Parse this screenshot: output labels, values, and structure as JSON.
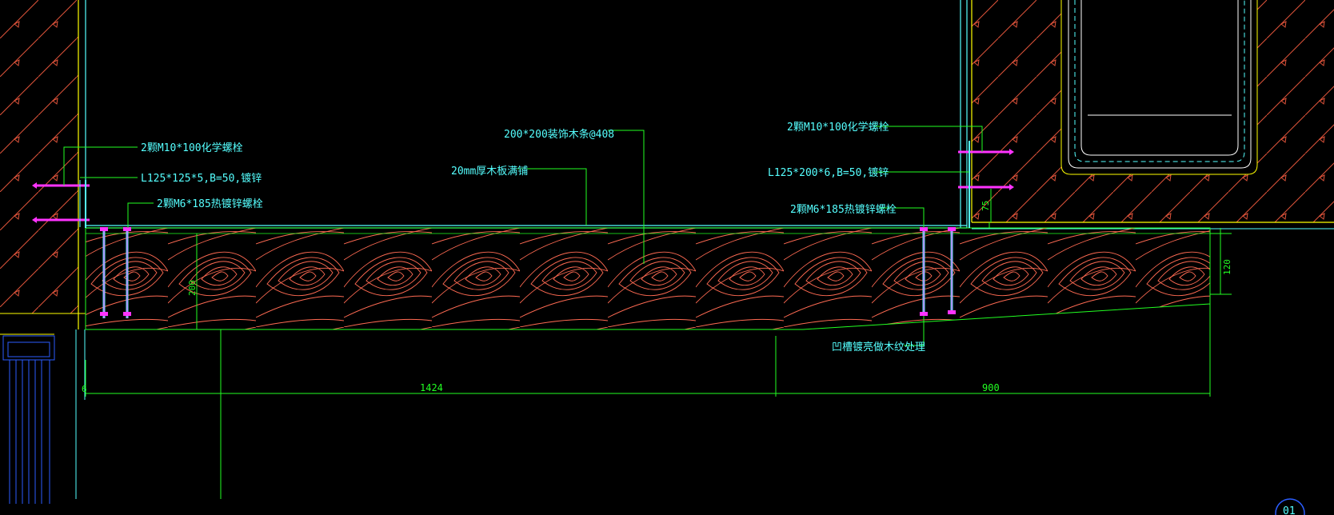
{
  "annotations": {
    "left_chem_bolt": "2颗M10*100化学螺栓",
    "left_angle": "L125*125*5,B=50,镀锌",
    "left_m6_bolt": "2颗M6*185热镀锌螺栓",
    "decor_strip": "200*200装饰木条@408",
    "wood_veneer": "20mm厚木板满铺",
    "right_chem_bolt": "2颗M10*100化学螺栓",
    "right_angle": "L125*200*6,B=50,镀锌",
    "right_m6_bolt": "2颗M6*185热镀锌螺栓",
    "groove_note": "凹槽镀亮做木纹处理"
  },
  "dimensions": {
    "span_left": "1424",
    "span_right": "900",
    "depth_200": "200",
    "depth_120": "120",
    "small_75": "75",
    "small_6": "6"
  },
  "sheet": {
    "detail_no": "01"
  },
  "colors": {
    "background": "#000000",
    "leader": "#00ff00",
    "text": "#55ffff",
    "wood_grain": "#ff6a52",
    "hatch": "#e0533a",
    "bolt": "#ff33ff",
    "wall_line": "#ffff00",
    "steel": "#55ffff"
  }
}
